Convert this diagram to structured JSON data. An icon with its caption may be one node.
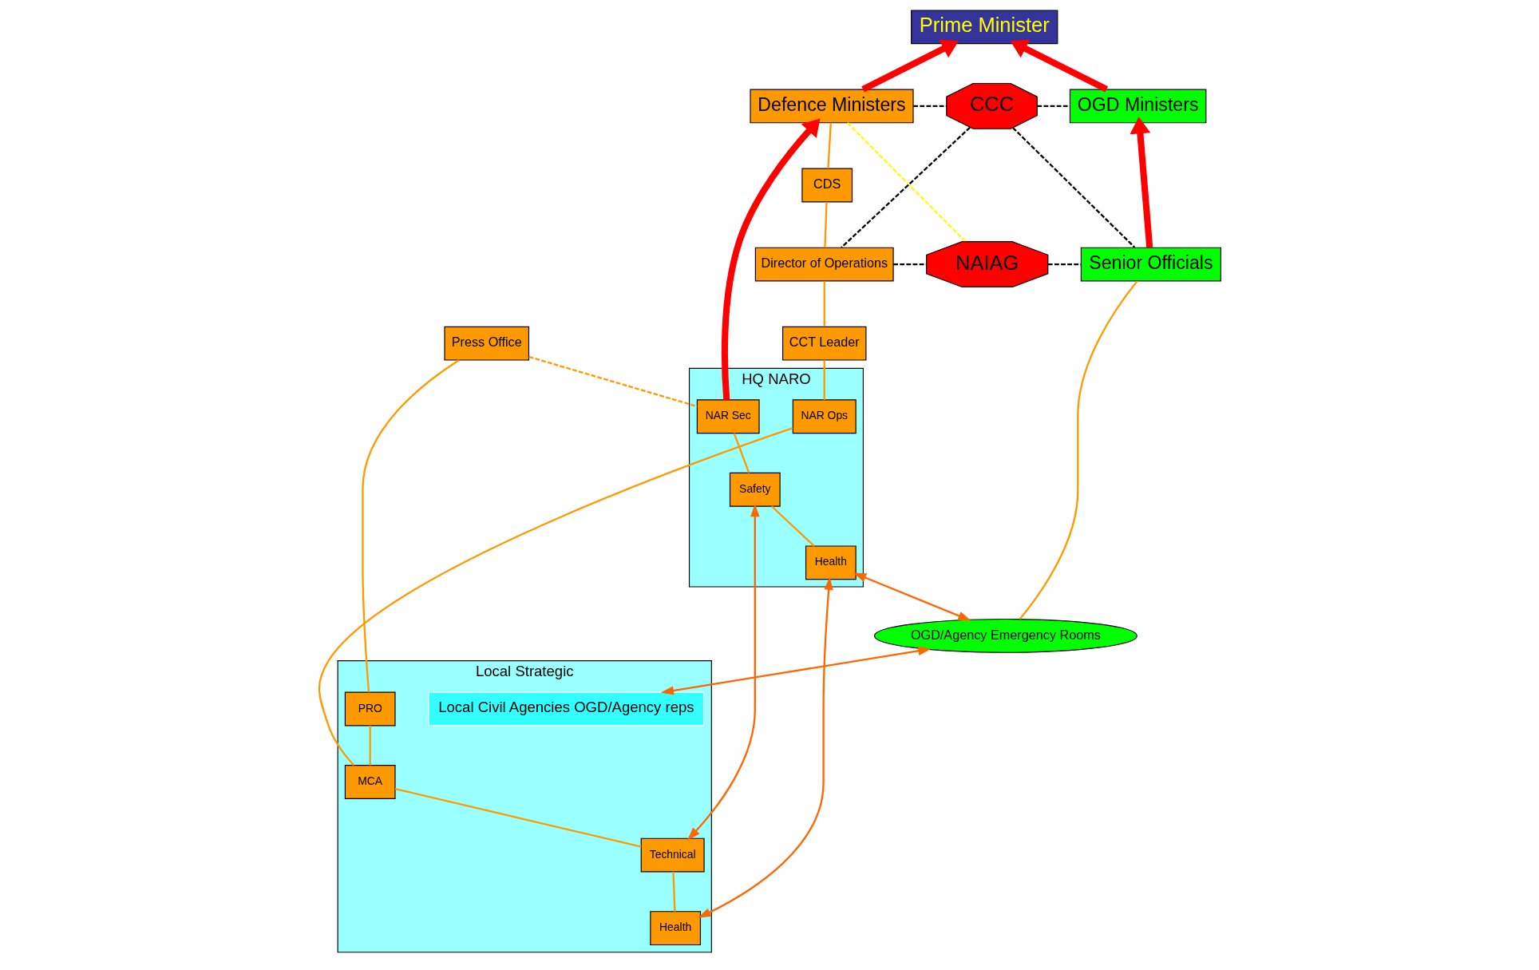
{
  "diagram": {
    "nodes": [
      {
        "text": [
          "Prime Minister"
        ]
      },
      {
        "text": [
          "Defence Ministers"
        ]
      },
      {
        "text": [
          "CCC"
        ]
      },
      {
        "text": [
          "OGD Ministers"
        ]
      },
      {
        "text": [
          "CDS"
        ]
      },
      {
        "text": [
          "Director of Operations"
        ]
      },
      {
        "text": [
          "NAIAG"
        ]
      },
      {
        "text": [
          "Senior Officials"
        ]
      },
      {
        "text": [
          "Press Office"
        ]
      },
      {
        "text": [
          "CCT Leader"
        ]
      },
      {
        "text": [
          "OGD/Agency Emergency Rooms"
        ]
      },
      {
        "text": [
          "HQ NARO"
        ]
      },
      {
        "text": [
          "NAR Ops"
        ],
        "in": 11
      },
      {
        "text": [
          "NAR Sec"
        ],
        "in": 11
      },
      {
        "text": [
          "Safety"
        ],
        "in": 11
      },
      {
        "text": [
          "Health"
        ],
        "in": 11
      },
      {
        "text": [
          "Local Strategic"
        ]
      },
      {
        "text": [
          "Local Civil Agencies OGD/Agency reps"
        ],
        "in": 16
      },
      {
        "text": [
          "PRO"
        ],
        "in": 16
      },
      {
        "text": [
          "MCA"
        ],
        "in": 16
      },
      {
        "text": [
          "Technical"
        ],
        "in": 16
      },
      {
        "text": [
          "Health"
        ],
        "in": 16
      }
    ],
    "edges": [
      {
        "from": 1,
        "to": 0,
        "arrow": "to",
        "style": "thick",
        "color": "#ff0000"
      },
      {
        "from": 3,
        "to": 0,
        "arrow": "to",
        "style": "thick",
        "color": "#ff0000"
      },
      {
        "from": 13,
        "to": 1,
        "arrow": "to",
        "style": "thick",
        "color": "#ff0000"
      },
      {
        "from": 7,
        "to": 3,
        "arrow": "to",
        "style": "thick",
        "color": "#ff0000"
      },
      {
        "from": 1,
        "to": 2,
        "arrow": "none",
        "style": "dashed",
        "color": "#000000"
      },
      {
        "from": 2,
        "to": 3,
        "arrow": "none",
        "style": "dashed",
        "color": "#000000"
      },
      {
        "from": 2,
        "to": 5,
        "arrow": "none",
        "style": "dashed",
        "color": "#000000"
      },
      {
        "from": 2,
        "to": 7,
        "arrow": "none",
        "style": "dashed",
        "color": "#000000"
      },
      {
        "from": 5,
        "to": 6,
        "arrow": "none",
        "style": "dashed",
        "color": "#000000"
      },
      {
        "from": 6,
        "to": 7,
        "arrow": "none",
        "style": "dashed",
        "color": "#000000"
      },
      {
        "from": 1,
        "to": 6,
        "arrow": "none",
        "style": "dashed",
        "color": "#ffff00"
      },
      {
        "from": 1,
        "to": 4,
        "arrow": "none"
      },
      {
        "from": 4,
        "to": 5,
        "arrow": "none"
      },
      {
        "from": 5,
        "to": 9,
        "arrow": "none"
      },
      {
        "from": 9,
        "to": 12,
        "arrow": "none"
      },
      {
        "from": 12,
        "to": 19,
        "arrow": "none"
      },
      {
        "from": 13,
        "to": 14,
        "arrow": "none"
      },
      {
        "from": 14,
        "to": 15,
        "arrow": "none"
      },
      {
        "from": 8,
        "to": 13,
        "arrow": "none",
        "style": "dashed"
      },
      {
        "from": 8,
        "to": 18,
        "arrow": "none"
      },
      {
        "from": 7,
        "to": 10,
        "arrow": "none"
      },
      {
        "from": 15,
        "to": 10,
        "arrow": "both",
        "color": "#ff6600"
      },
      {
        "from": 14,
        "to": 20,
        "arrow": "both",
        "color": "#ff6600"
      },
      {
        "from": 15,
        "to": 21,
        "arrow": "both",
        "color": "#ff6600"
      },
      {
        "from": 10,
        "to": 17,
        "arrow": "both",
        "color": "#ff6600"
      },
      {
        "from": 18,
        "to": 19,
        "arrow": "none"
      },
      {
        "from": 19,
        "to": 20,
        "arrow": "none"
      },
      {
        "from": 20,
        "to": 21,
        "arrow": "none"
      }
    ]
  }
}
